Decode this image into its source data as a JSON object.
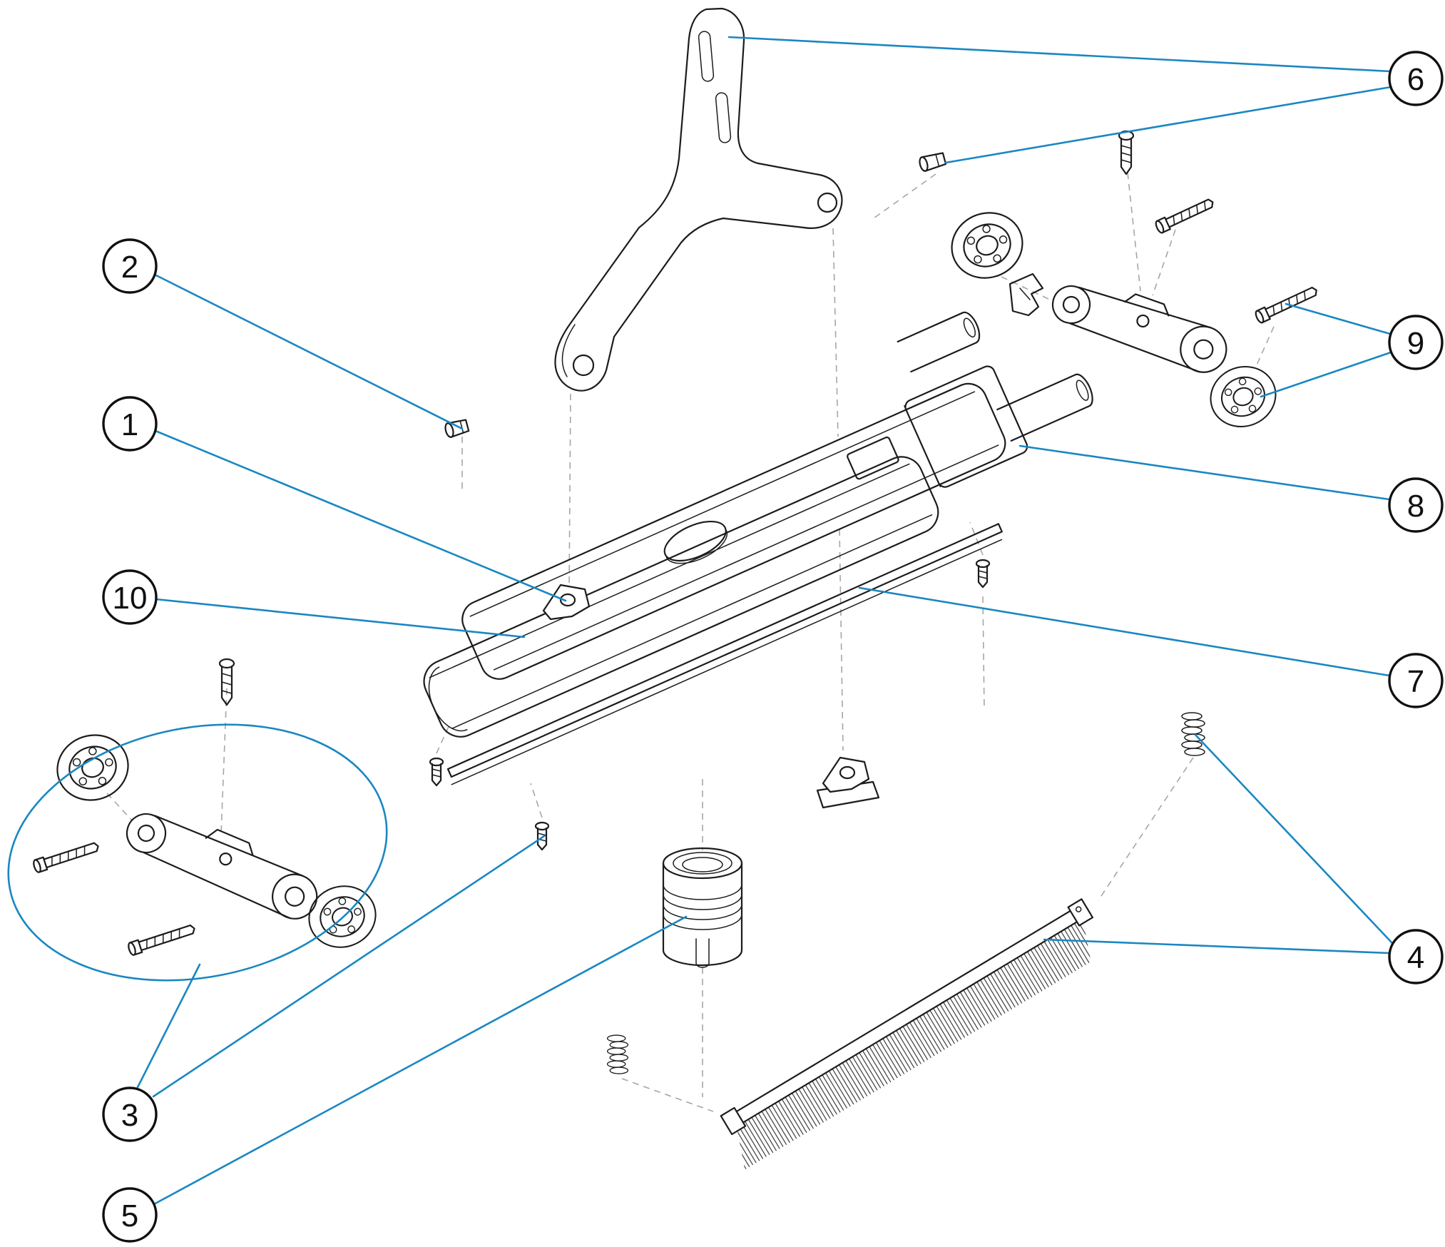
{
  "diagram": {
    "type": "exploded-parts-diagram",
    "callouts": [
      {
        "number": "1",
        "target": "latch-mount"
      },
      {
        "number": "2",
        "target": "pin-fastener"
      },
      {
        "number": "3",
        "target": "wheel-assembly-detail"
      },
      {
        "number": "4",
        "target": "brush-and-springs"
      },
      {
        "number": "5",
        "target": "hose-connector"
      },
      {
        "number": "6",
        "target": "handle-bracket-and-pin"
      },
      {
        "number": "7",
        "target": "squeegee-strip"
      },
      {
        "number": "8",
        "target": "suction-tube"
      },
      {
        "number": "9",
        "target": "wheel-and-screw"
      },
      {
        "number": "10",
        "target": "body-lower-shell"
      }
    ],
    "colors": {
      "leader": "#1a87c2",
      "line": "#1c1c1c",
      "dashed": "#a6a6a6",
      "background": "#ffffff"
    }
  }
}
